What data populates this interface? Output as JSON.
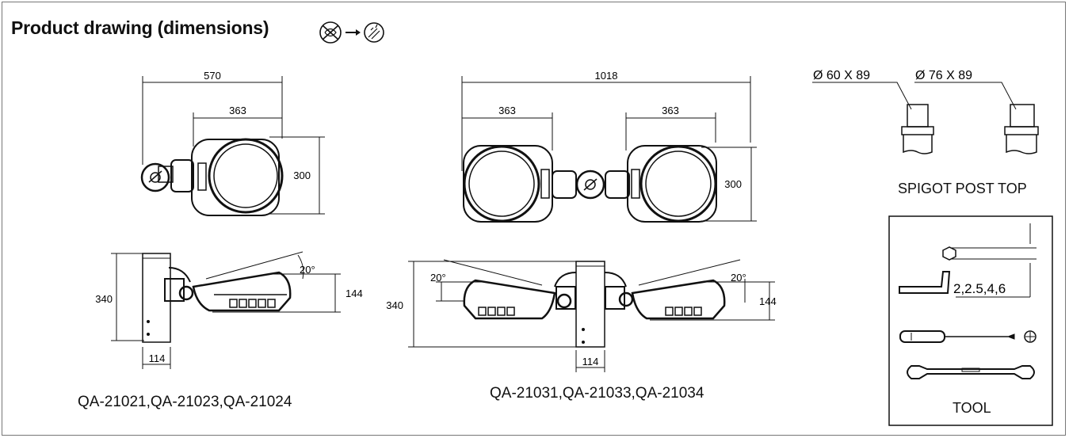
{
  "title": "Product drawing (dimensions)",
  "icons": {
    "title_icon": "assembly-to-lamp-icon"
  },
  "single": {
    "top_width": "570",
    "top_head": "363",
    "top_height": "300",
    "side_height": "340",
    "side_head": "144",
    "side_angle": "20°",
    "side_base": "114",
    "models": "QA-21021,QA-21023,QA-21024"
  },
  "double": {
    "top_width": "1018",
    "top_head_left": "363",
    "top_head_right": "363",
    "top_height": "300",
    "side_height": "340",
    "side_head": "144",
    "side_angle_left": "20°",
    "side_angle_right": "20°",
    "side_base": "114",
    "models": "QA-21031,QA-21033,QA-21034"
  },
  "spigot": {
    "size_a": "Ø 60 X 89",
    "size_b": "Ø 76 X 89",
    "label": "SPIGOT POST TOP"
  },
  "tools": {
    "hex_sizes": "2,2.5,4,6",
    "label": "TOOL"
  }
}
